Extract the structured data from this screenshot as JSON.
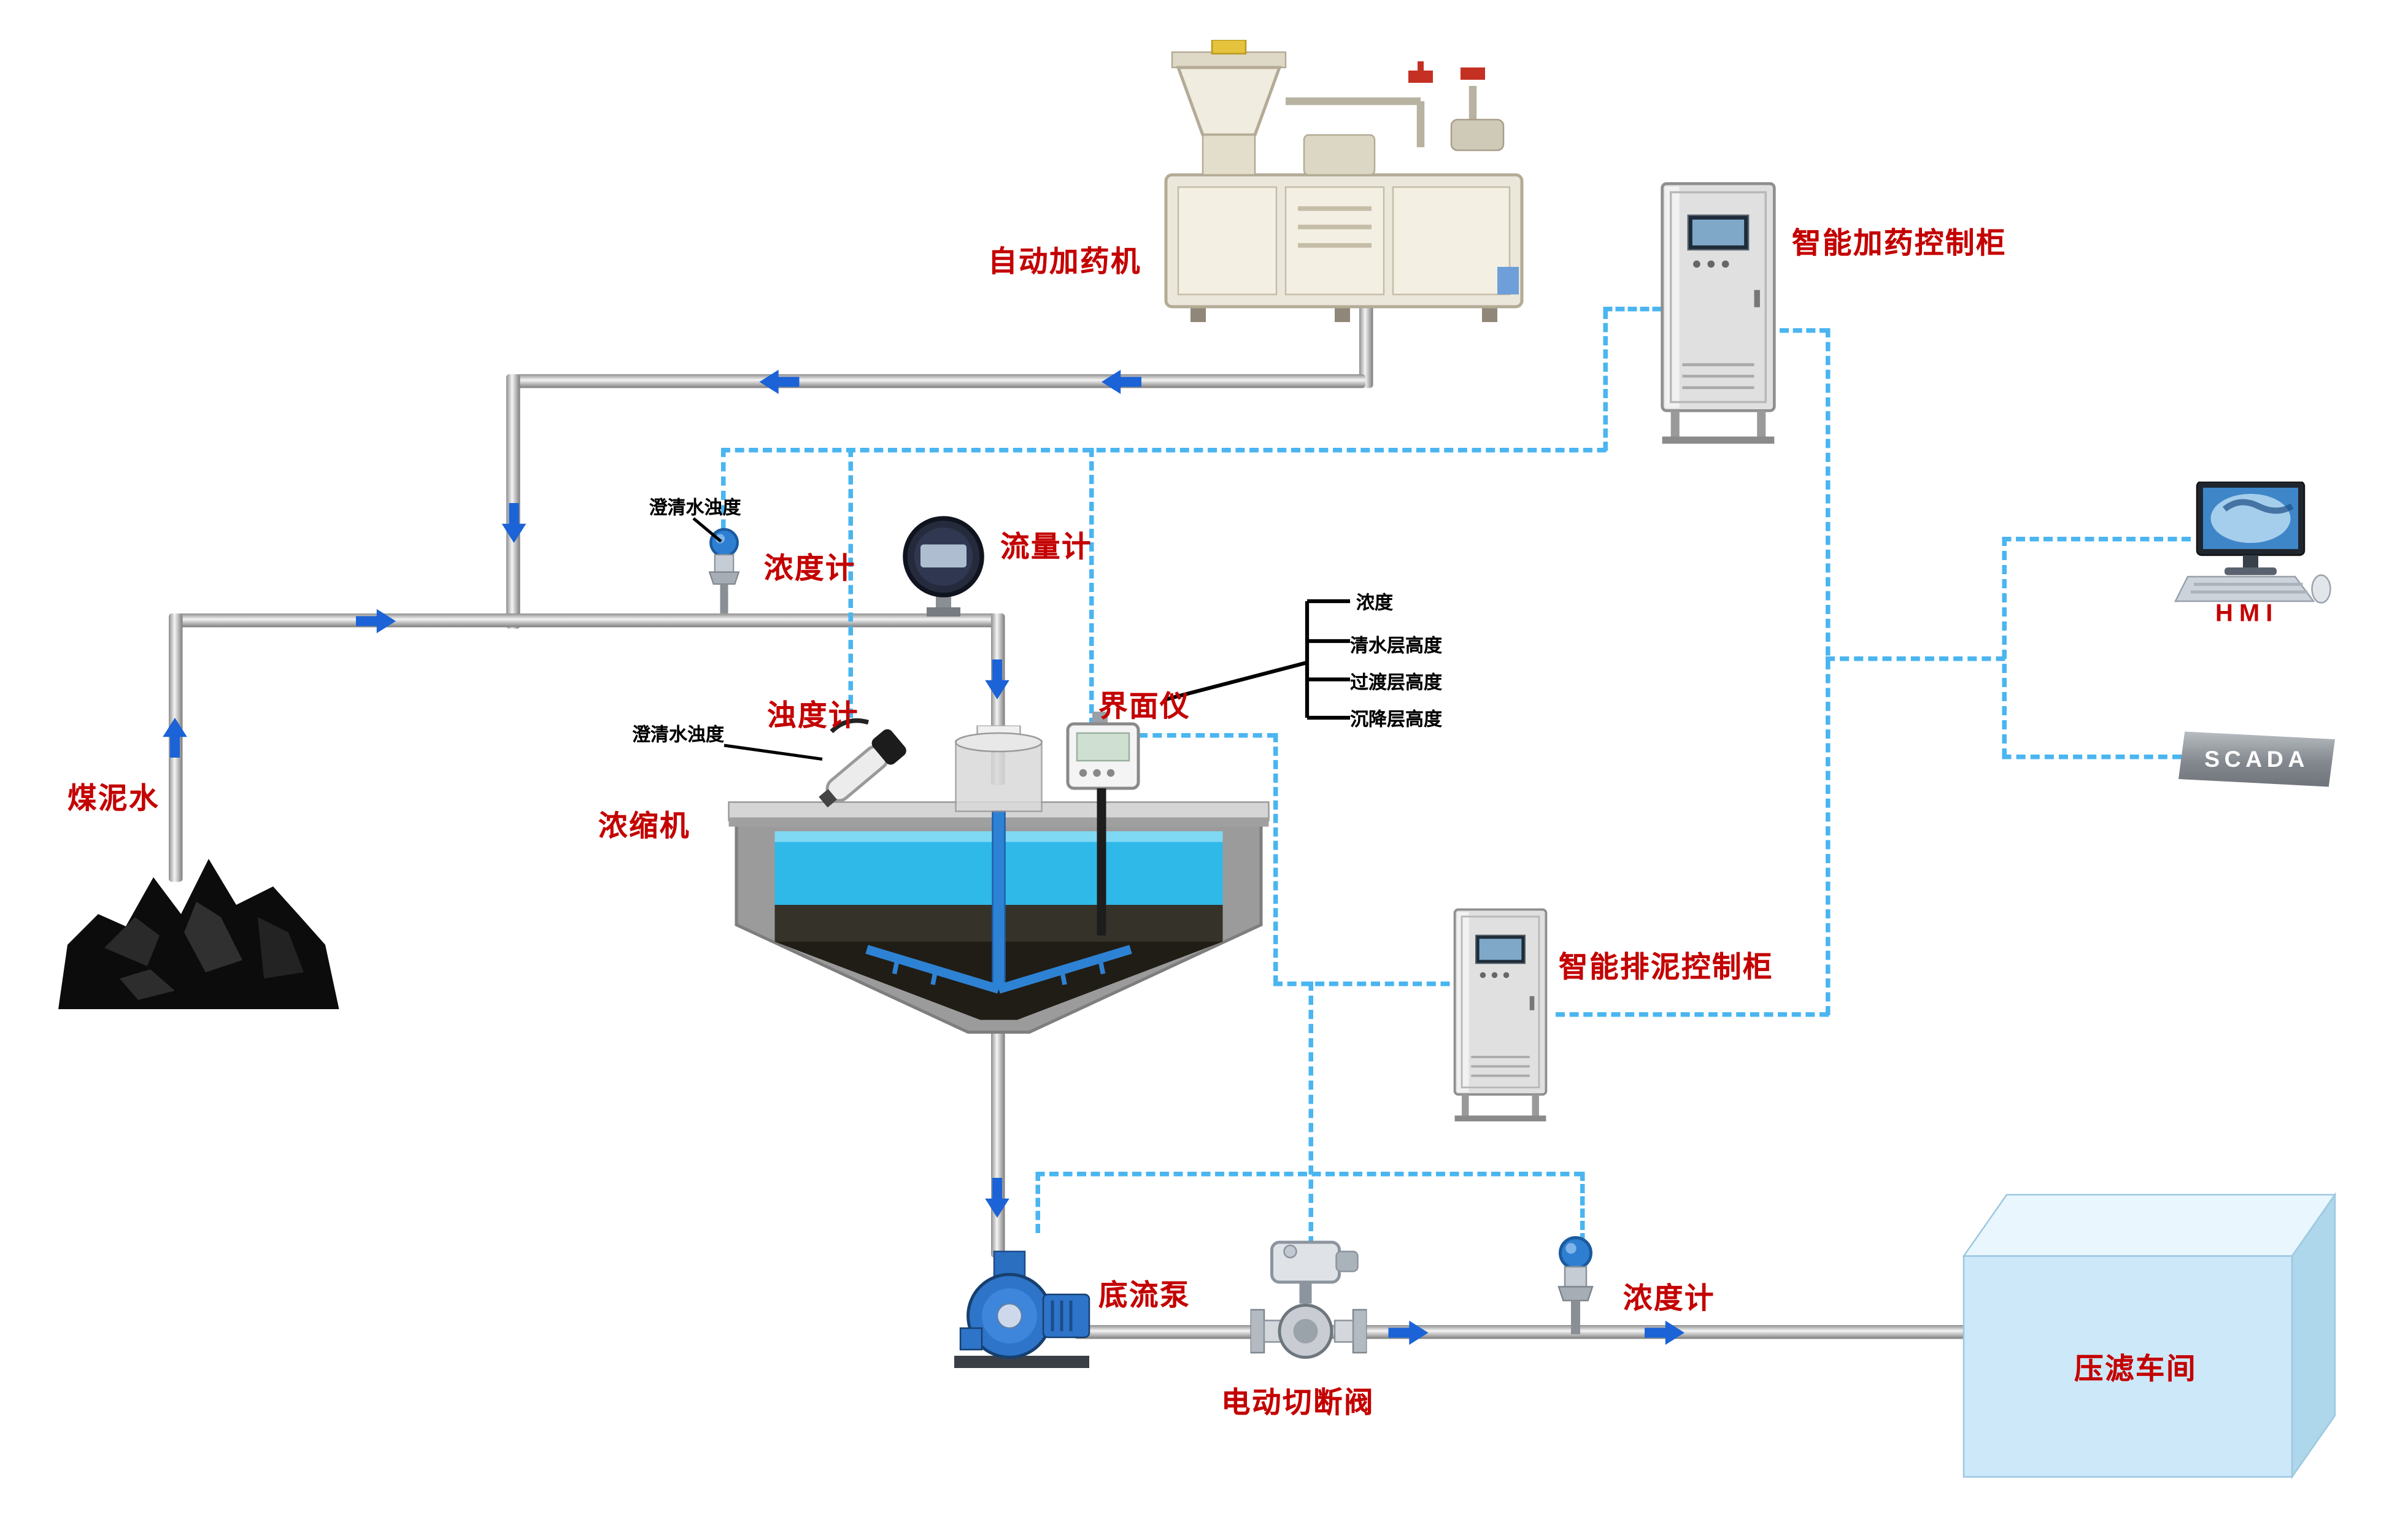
{
  "diagram": {
    "devices": {
      "auto_dosing_machine": "自动加药机",
      "smart_dosing_cabinet": "智能加药控制柜",
      "hmi": "HMI",
      "scada": "SCADA",
      "coal_slurry_water": "煤泥水",
      "concentration_meter_top": "浓度计",
      "flow_meter": "流量计",
      "turbidity_meter": "浊度计",
      "interface_meter": "界面仪",
      "thickener": "浓缩机",
      "smart_sludge_cabinet": "智能排泥控制柜",
      "underflow_pump": "底流泵",
      "electric_cutoff_valve": "电动切断阀",
      "concentration_meter_bottom": "浓度计",
      "filter_press_workshop": "压滤车间"
    },
    "annotations": {
      "clarified_water_turbidity_top": "澄清水浊度",
      "clarified_water_turbidity_mid": "澄清水浊度",
      "interface_readings": [
        "浓度",
        "清水层高度",
        "过渡层高度",
        "沉降层高度"
      ]
    },
    "colors": {
      "label_red": "#c40000",
      "annotation_black": "#000000",
      "signal_line": "#4ab5f0",
      "flow_arrow": "#1b63d6",
      "water_blue": "#2db4e8",
      "pipe_gray": "#b9b9b9",
      "workshop_blue": "#cfe9f8"
    }
  }
}
